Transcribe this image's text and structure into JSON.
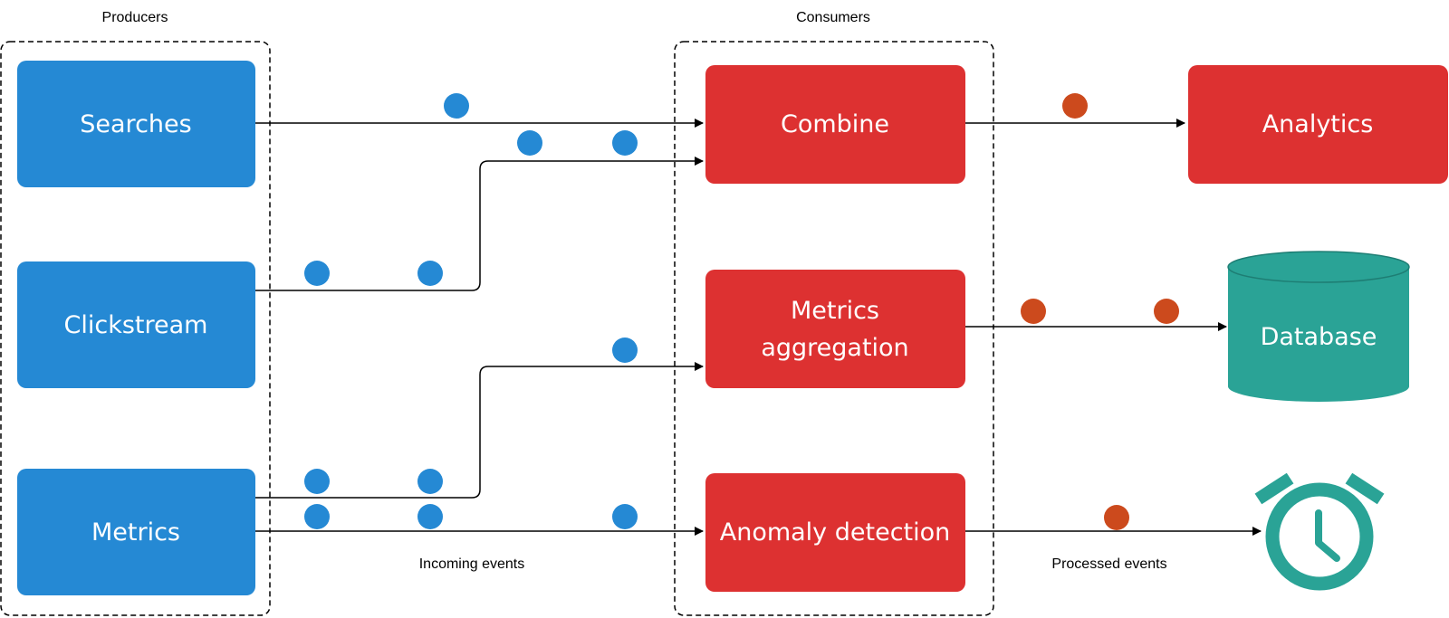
{
  "labels": {
    "producers": "Producers",
    "consumers": "Consumers",
    "incoming": "Incoming events",
    "processed": "Processed events"
  },
  "producers": [
    {
      "label": "Searches"
    },
    {
      "label": "Clickstream"
    },
    {
      "label": "Metrics"
    }
  ],
  "consumers": [
    {
      "label": "Combine"
    },
    {
      "line1": "Metrics",
      "line2": "aggregation"
    },
    {
      "label": "Anomaly detection"
    }
  ],
  "outputs": {
    "analytics": "Analytics",
    "database": "Database",
    "alarm_icon": "alarm-clock-icon"
  },
  "colors": {
    "producer": "#2589d4",
    "consumer": "#dd3131",
    "event_in": "#2589d4",
    "event_out": "#cc4a1d",
    "database": "#2aa396",
    "alarm": "#2aa396"
  }
}
